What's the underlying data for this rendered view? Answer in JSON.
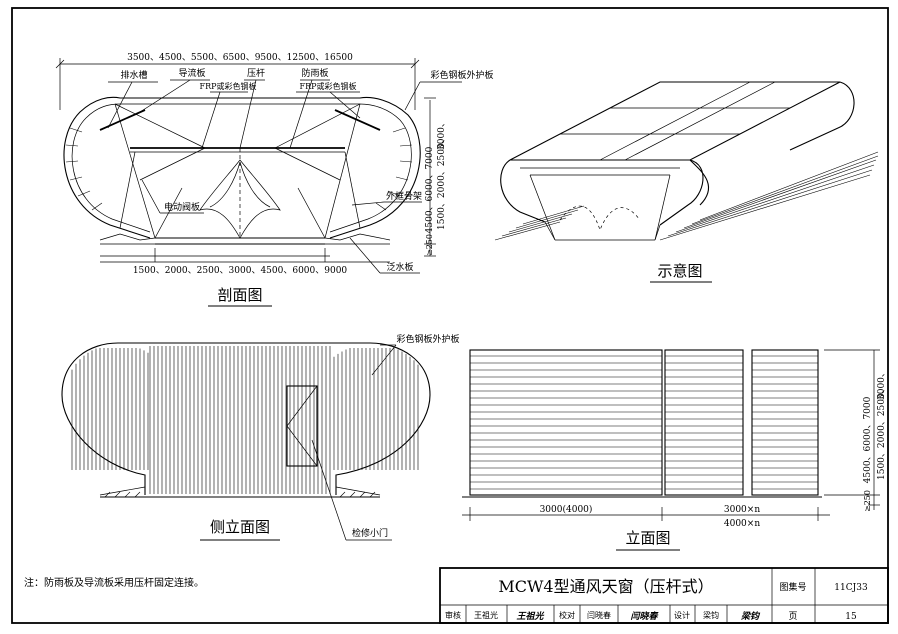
{
  "section_view": {
    "top_dimension": "3500、4500、5500、6500、9500、12500、16500",
    "bottom_dimension": "1500、2000、2500、3000、4500、6000、9000",
    "right_dimension_top": "3000、",
    "right_dimension_upper": "1500、2000、2500、",
    "right_dimension_mid": "4500、6000、7000",
    "right_dimension_small": "≥250",
    "labels": {
      "drain_groove": "排水槽",
      "guide_plate": "导流板",
      "guide_plate_material": "FRP或彩色钢板",
      "press_rod": "压杆",
      "rain_plate": "防雨板",
      "rain_plate_material": "FRP或彩色钢板",
      "outer_cover": "彩色钢板外护板",
      "electric_valve": "电动阀板",
      "outer_frame": "外框骨架",
      "flashing": "泛水板"
    },
    "caption": "剖面图"
  },
  "perspective_view": {
    "caption": "示意图"
  },
  "side_elevation": {
    "outer_cover_label": "彩色钢板外护板",
    "access_door_label": "检修小门",
    "caption": "侧立面图"
  },
  "front_elevation": {
    "dim_left": "3000(4000)",
    "dim_right_top": "3000×n",
    "dim_right_bottom": "4000×n",
    "right_dimension_top": "3000、",
    "right_dimension_upper": "1500、2000、2500、",
    "right_dimension_mid": "4500、6000、7000",
    "right_dimension_small": "≥250",
    "caption": "立面图"
  },
  "note": "注：防雨板及导流板采用压杆固定连接。",
  "title_block": {
    "title": "MCW4型通风天窗（压杆式）",
    "atlas_label": "图集号",
    "atlas_no": "11CJ33",
    "review_label": "审核",
    "reviewer": "王祖光",
    "reviewer_sign": "王祖光",
    "check_label": "校对",
    "checker": "闫晓春",
    "checker_sign": "闫晓春",
    "design_label": "设计",
    "designer": "梁钧",
    "designer_sign": "梁钧",
    "page_label": "页",
    "page_no": "15"
  }
}
